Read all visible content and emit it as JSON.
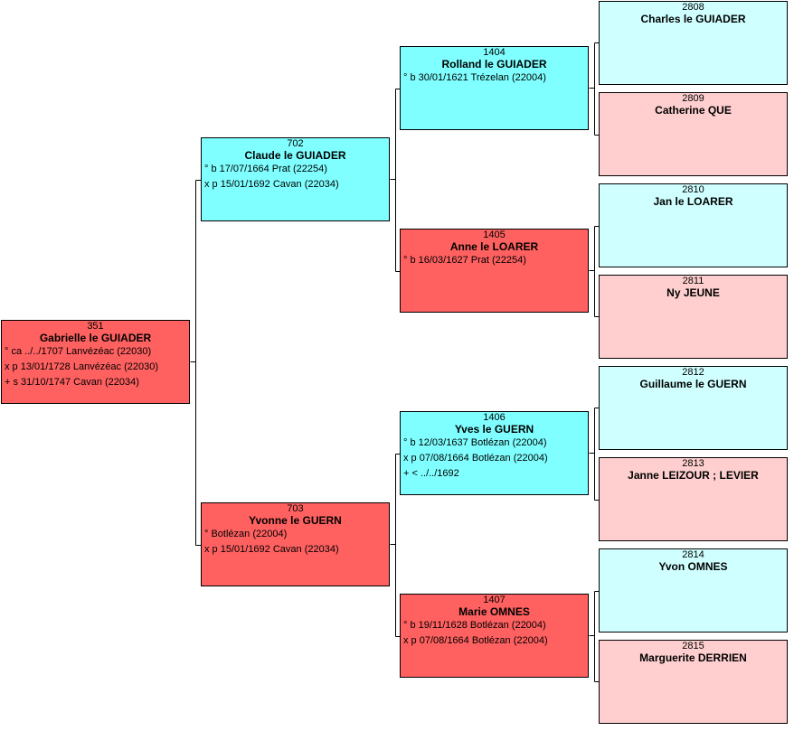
{
  "colors": {
    "male_bright": "#7fffff",
    "female_bright": "#ff6060",
    "male_pale": "#cfffff",
    "female_pale": "#ffcfcf",
    "line": "#000000"
  },
  "persons": {
    "p351": {
      "num": "351",
      "name": "Gabrielle le GUIADER",
      "events": [
        "° ca ../../1707 Lanvézéac (22030)",
        "x p 13/01/1728 Lanvézéac (22030)",
        "+ s 31/10/1747 Cavan (22034)"
      ]
    },
    "p702": {
      "num": "702",
      "name": "Claude le GUIADER",
      "events": [
        "° b 17/07/1664 Prat (22254)",
        "x p 15/01/1692 Cavan (22034)"
      ]
    },
    "p703": {
      "num": "703",
      "name": "Yvonne le GUERN",
      "events": [
        "° Botlézan (22004)",
        "x p 15/01/1692 Cavan (22034)"
      ]
    },
    "p1404": {
      "num": "1404",
      "name": "Rolland le GUIADER",
      "events": [
        "° b 30/01/1621 Trézelan (22004)"
      ]
    },
    "p1405": {
      "num": "1405",
      "name": "Anne le LOARER",
      "events": [
        "° b 16/03/1627 Prat (22254)"
      ]
    },
    "p1406": {
      "num": "1406",
      "name": "Yves le GUERN",
      "events": [
        "° b 12/03/1637 Botlézan (22004)",
        "x p 07/08/1664 Botlézan (22004)",
        "+ < ../../1692"
      ]
    },
    "p1407": {
      "num": "1407",
      "name": "Marie OMNES",
      "events": [
        "° b 19/11/1628 Botlézan (22004)",
        "x p 07/08/1664 Botlézan (22004)"
      ]
    },
    "p2808": {
      "num": "2808",
      "name": "Charles le GUIADER",
      "events": []
    },
    "p2809": {
      "num": "2809",
      "name": "Catherine QUE",
      "events": []
    },
    "p2810": {
      "num": "2810",
      "name": "Jan le LOARER",
      "events": []
    },
    "p2811": {
      "num": "2811",
      "name": "Ny JEUNE",
      "events": []
    },
    "p2812": {
      "num": "2812",
      "name": "Guillaume le GUERN",
      "events": []
    },
    "p2813": {
      "num": "2813",
      "name": "Janne LEIZOUR ; LEVIER",
      "events": []
    },
    "p2814": {
      "num": "2814",
      "name": "Yvon OMNES",
      "events": []
    },
    "p2815": {
      "num": "2815",
      "name": "Marguerite DERRIEN",
      "events": []
    }
  }
}
